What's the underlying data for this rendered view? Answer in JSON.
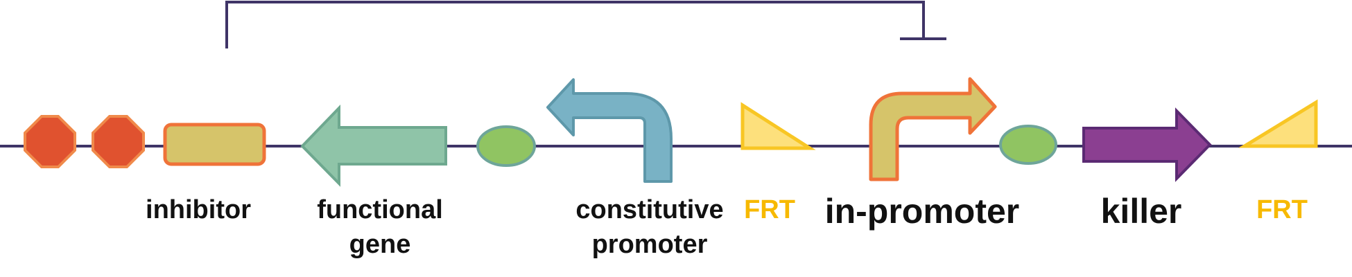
{
  "labels": {
    "inhibitor": "inhibitor",
    "functional_gene_line1": "functional",
    "functional_gene_line2": "gene",
    "constitutive_promoter_line1": "constitutive",
    "constitutive_promoter_line2": "promoter",
    "frt_left": "FRT",
    "in_promoter": "in-promoter",
    "killer": "killer",
    "frt_right": "FRT"
  },
  "colors": {
    "backbone": "#3f3467",
    "terminator_fill": "#e0522f",
    "terminator_stroke": "#f08a4b",
    "inhibitor_fill": "#d6c46a",
    "inhibitor_stroke": "#ef7339",
    "functional_gene_fill": "#8fc4a8",
    "functional_gene_stroke": "#6ea88f",
    "rbs_fill": "#90c462",
    "rbs_stroke": "#6ea59a",
    "constitutive_promoter_fill": "#79b2c5",
    "constitutive_promoter_stroke": "#5e98aa",
    "frt_fill": "#fde07c",
    "frt_stroke": "#f8c624",
    "frt_text": "#f7b900",
    "in_promoter_fill": "#d6c46a",
    "in_promoter_stroke": "#ef7339",
    "killer_fill": "#8b3f91",
    "killer_stroke": "#5b2a73",
    "inhibition_line": "#3f3467",
    "text": "#111111"
  }
}
